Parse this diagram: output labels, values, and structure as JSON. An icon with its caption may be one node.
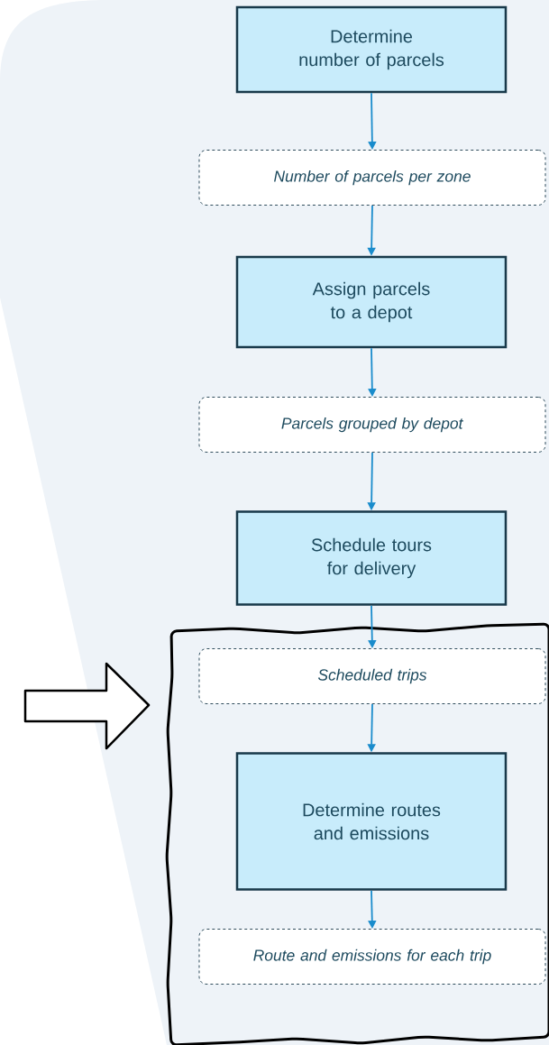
{
  "diagram": {
    "nodes": [
      {
        "text": [
          "Determine number of parcels"
        ]
      },
      {
        "text": [
          "*Number of parcels per zone*"
        ]
      },
      {
        "text": [
          "Assign parcels to a depot"
        ]
      },
      {
        "text": [
          "*Parcels grouped by depot*"
        ]
      },
      {
        "text": [
          "Schedule tours for delivery"
        ]
      },
      {
        "text": [],
        "shape": "box"
      },
      {
        "text": [
          "*Scheduled trips*"
        ],
        "in": 5
      },
      {
        "text": [
          "Determine routes and emissions"
        ],
        "in": 5
      },
      {
        "text": [
          "*Route and emissions for each trip*"
        ],
        "in": 5
      }
    ],
    "edges": [
      {
        "from": 0,
        "to": 1,
        "arrow": "to"
      },
      {
        "from": 1,
        "to": 2,
        "arrow": "to"
      },
      {
        "from": 2,
        "to": 3,
        "arrow": "to"
      },
      {
        "from": 3,
        "to": 4,
        "arrow": "to"
      },
      {
        "from": 4,
        "to": 6,
        "arrow": "to"
      },
      {
        "from": 6,
        "to": 7,
        "arrow": "to"
      },
      {
        "from": 7,
        "to": 8,
        "arrow": "to"
      },
      {
        "from": null,
        "to": 5,
        "arrow": "to"
      }
    ]
  }
}
